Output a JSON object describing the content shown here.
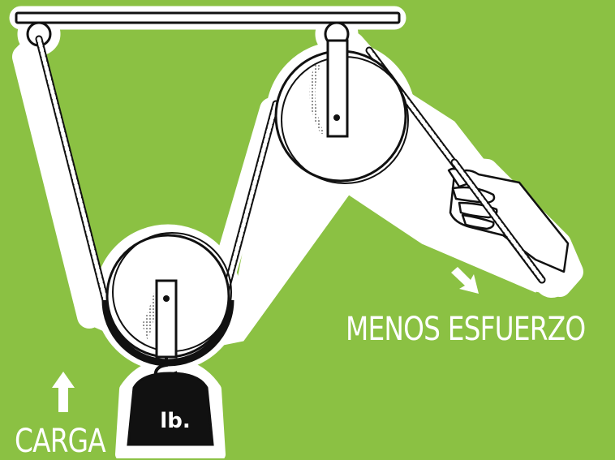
{
  "labels": {
    "effort": "MENOS ESFUERZO",
    "load": "CARGA",
    "weight": "lb."
  },
  "colors": {
    "background": "#8bc143",
    "outline": "#111111",
    "fill": "#ffffff"
  },
  "icons": {
    "effort_arrow": "arrow-down-right-icon",
    "load_arrow": "arrow-up-icon"
  }
}
